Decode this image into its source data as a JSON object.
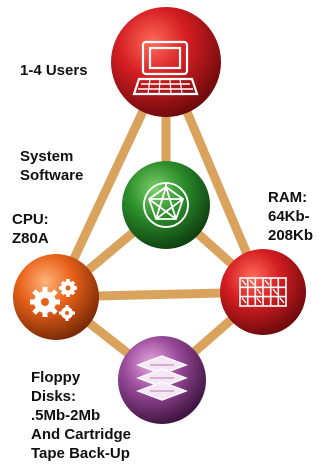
{
  "nodes": {
    "users": {
      "lines": [
        "1-4 Users"
      ],
      "icon": "computer-terminal-icon",
      "color": "#c8161d"
    },
    "system": {
      "lines": [
        "System",
        "Software"
      ],
      "icon": "geodesic-sphere-icon",
      "color": "#2e8b2e"
    },
    "cpu": {
      "lines": [
        "CPU:",
        "Z80A"
      ],
      "icon": "gears-icon",
      "color": "#e0601a"
    },
    "ram": {
      "lines": [
        "RAM:",
        "64Kb-",
        "208Kb"
      ],
      "icon": "memory-grid-icon",
      "color": "#c8161d"
    },
    "storage": {
      "lines": [
        "Floppy",
        "Disks:",
        ".5Mb-2Mb",
        "And Cartridge",
        "Tape Back-Up"
      ],
      "icon": "stacked-disks-icon",
      "color": "#8e3f8e"
    }
  },
  "connector_color": "#d9a35d"
}
